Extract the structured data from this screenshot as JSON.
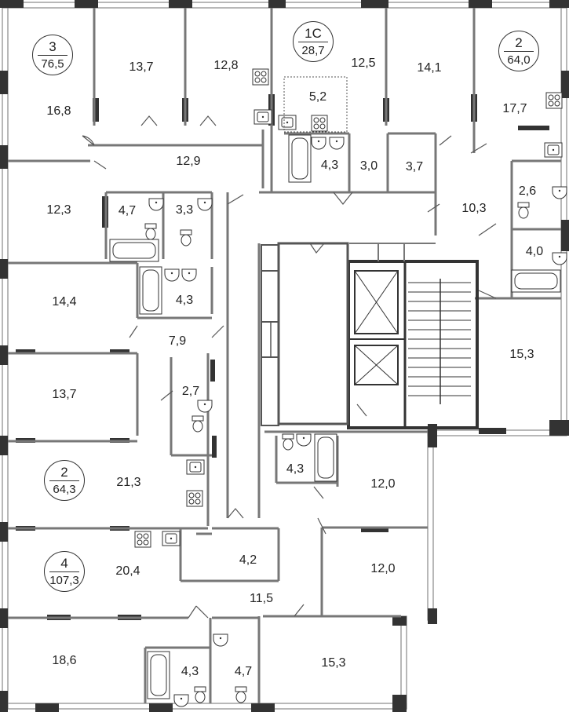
{
  "rooms": [
    {
      "id": "r1",
      "value": "16,8"
    },
    {
      "id": "r2",
      "value": "13,7"
    },
    {
      "id": "r3",
      "value": "12,8"
    },
    {
      "id": "r4",
      "value": "12,5"
    },
    {
      "id": "r5",
      "value": "5,2"
    },
    {
      "id": "r6",
      "value": "14,1"
    },
    {
      "id": "r7",
      "value": "17,7"
    },
    {
      "id": "r8",
      "value": "12,9"
    },
    {
      "id": "r9",
      "value": "4,3"
    },
    {
      "id": "r10",
      "value": "3,0"
    },
    {
      "id": "r11",
      "value": "3,7"
    },
    {
      "id": "r12",
      "value": "12,3"
    },
    {
      "id": "r13",
      "value": "4,7"
    },
    {
      "id": "r14",
      "value": "3,3"
    },
    {
      "id": "r15",
      "value": "10,3"
    },
    {
      "id": "r16",
      "value": "2,6"
    },
    {
      "id": "r17",
      "value": "4,0"
    },
    {
      "id": "r18",
      "value": "14,4"
    },
    {
      "id": "r19",
      "value": "4,3"
    },
    {
      "id": "r20",
      "value": "7,9"
    },
    {
      "id": "r21",
      "value": "15,3"
    },
    {
      "id": "r22",
      "value": "13,7"
    },
    {
      "id": "r23",
      "value": "2,7"
    },
    {
      "id": "r24",
      "value": "21,3"
    },
    {
      "id": "r25",
      "value": "4,3"
    },
    {
      "id": "r26",
      "value": "12,0"
    },
    {
      "id": "r27",
      "value": "12,0"
    },
    {
      "id": "r28",
      "value": "4,2"
    },
    {
      "id": "r29",
      "value": "20,4"
    },
    {
      "id": "r30",
      "value": "11,5"
    },
    {
      "id": "r31",
      "value": "18,6"
    },
    {
      "id": "r32",
      "value": "4,3"
    },
    {
      "id": "r33",
      "value": "4,7"
    },
    {
      "id": "r34",
      "value": "15,3"
    }
  ],
  "apartments": [
    {
      "id": "a1",
      "rooms": "3",
      "area": "76,5"
    },
    {
      "id": "a2",
      "rooms": "1С",
      "area": "28,7"
    },
    {
      "id": "a3",
      "rooms": "2",
      "area": "64,0"
    },
    {
      "id": "a4",
      "rooms": "2",
      "area": "64,3"
    },
    {
      "id": "a5",
      "rooms": "4",
      "area": "107,3"
    }
  ]
}
